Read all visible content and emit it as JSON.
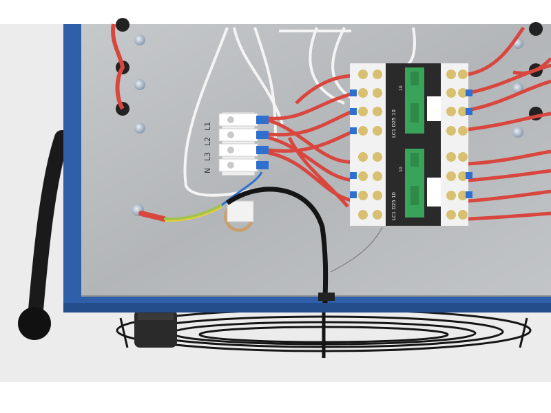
{
  "photo": {
    "terminal_markings": [
      "N",
      "L3",
      "L2",
      "L1"
    ],
    "contactor_label": "LC1 D25 10",
    "contactor_top_number": "10",
    "colors": {
      "background": "#ebebeb",
      "panel": "#b9bcbf",
      "frame_blue": "#2f5fa8",
      "wire_red": "#d8463e",
      "wire_white": "#f4f4f4",
      "wire_blue": "#2f6fd0",
      "contactor_green": "#3aa35a",
      "contactor_body": "#2a2a2a",
      "fan_guard": "#1a1a1a"
    }
  }
}
